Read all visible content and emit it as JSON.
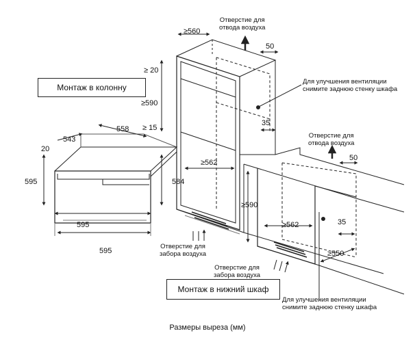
{
  "labels": {
    "column_mount": "Монтаж в колонну",
    "under_cabinet_mount": "Монтаж в нижний шкаф",
    "exhaust_top_1": "Отверстие для",
    "exhaust_top_2": "отвода воздуха",
    "exhaust_right_1": "Отверстие для",
    "exhaust_right_2": "отвода воздуха",
    "vent_top_1": "Для улучшения вентиляции",
    "vent_top_2": "снимите заднюю стенку шкафа",
    "vent_bottom_1": "Для улучшения вентиляции",
    "vent_bottom_2": "снимите заднюю стенку шкафа",
    "intake_left_1": "Отверстие для",
    "intake_left_2": "забора воздуха",
    "intake_mid_1": "Отверстие для",
    "intake_mid_2": "забора воздуха",
    "caption": "Размеры выреза (мм)"
  },
  "dimensions": {
    "col_depth": "≥560",
    "col_top_gap": "≥ 20",
    "col_height": "≥590",
    "col_bottom_gap": "≥ 15",
    "col_inner_width": "≥562",
    "col_vent": "50",
    "col_back_gap": "35",
    "oven_depth": "558",
    "oven_inner_depth": "543",
    "oven_front_thick": "20",
    "oven_height_left": "595",
    "oven_height_right": "584",
    "oven_width_inner": "595",
    "oven_width_outer": "595",
    "cab_height": "≥590",
    "cab_inner_width": "≥562",
    "cab_vent": "50",
    "cab_back_gap": "35",
    "cab_depth": "≥550"
  }
}
